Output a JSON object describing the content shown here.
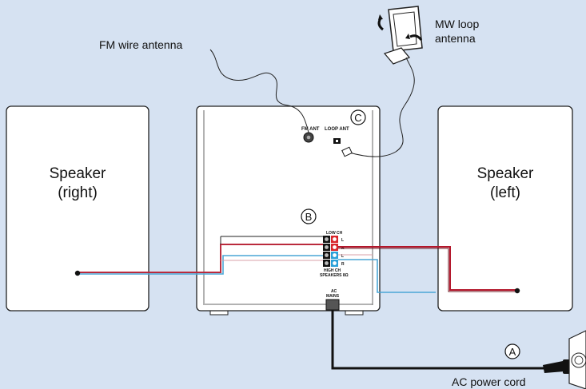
{
  "labels": {
    "fm_antenna": "FM wire antenna",
    "mw_antenna_line1": "MW loop",
    "mw_antenna_line2": "antenna",
    "speaker_right_line1": "Speaker",
    "speaker_right_line2": "(right)",
    "speaker_left_line1": "Speaker",
    "speaker_left_line2": "(left)",
    "ac_power_cord": "AC power cord"
  },
  "callouts": {
    "a": "A",
    "b": "B",
    "c": "C"
  },
  "panel": {
    "fm_ant": "FM ANT",
    "loop_ant": "LOOP ANT",
    "low_ch": "LOW CH",
    "high_ch": "HIGH CH",
    "speakers": "SPEAKERS 8Ω",
    "ac": "AC",
    "mains": "MAINS",
    "l": "L",
    "r": "R"
  },
  "colors": {
    "background": "#d6e2f2",
    "red_wire": "#b3162b",
    "blue_wire": "#4aa6d6",
    "cord": "#111111"
  }
}
